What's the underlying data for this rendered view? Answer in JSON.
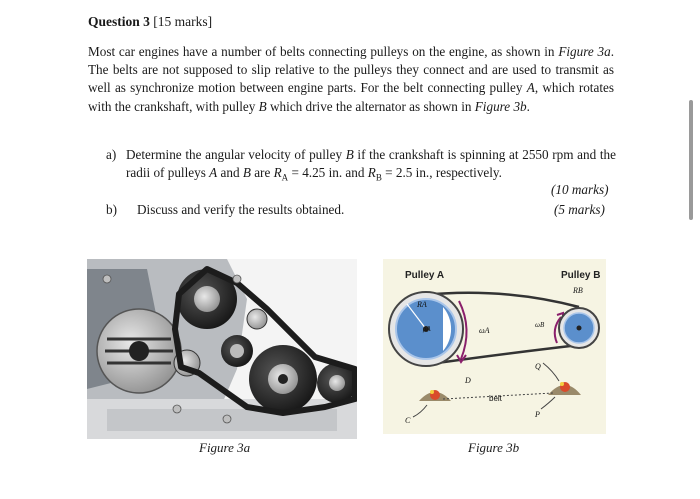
{
  "question": {
    "title": "Question 3",
    "marks": "[15 marks]",
    "paragraph": {
      "p1": "Most car engines have a number of belts connecting pulleys on the engine, as shown in ",
      "fig3a_ref": "Figure 3a",
      "p2": ". The belts are not supposed to slip relative to the pulleys they connect and are used to transmit as well as synchronize motion between engine parts. For the belt connecting pulley ",
      "pulleyA": "A",
      "p3": ", which rotates with the crankshaft, with pulley ",
      "pulleyB": "B",
      "p4": " which drive the alternator as shown in ",
      "fig3b_ref": "Figure 3b",
      "p5": "."
    },
    "part_a": {
      "label": "a)",
      "t1": "Determine the angular velocity of pulley ",
      "B1": "B",
      "t2": " if the crankshaft is spinning at 2550 rpm and the radii of pulleys ",
      "A2": "A",
      "t3": " and ",
      "B3": "B",
      "t4": " are ",
      "RA_R": "R",
      "RA_sub": "A",
      "t5": " = 4.25 in. and ",
      "RB_R": "R",
      "RB_sub": "B",
      "t6": " = 2.5 in., respectively.",
      "marks": "(10 marks)"
    },
    "part_b": {
      "label": "b)",
      "text": "Discuss and verify the results obtained.",
      "marks": "(5 marks)"
    }
  },
  "figures": {
    "fig3a": {
      "caption": "Figure 3a"
    },
    "fig3b": {
      "caption": "Figure 3b",
      "labels": {
        "pulleyA": "Pulley A",
        "pulleyB": "Pulley B",
        "RA": "RA",
        "RB": "RB",
        "omegaA": "ωA",
        "omegaB": "ωB",
        "D": "D",
        "belt": "belt",
        "C": "C",
        "P": "P",
        "Q": "Q"
      }
    }
  },
  "colors": {
    "pulley_face": "#5b8fcc",
    "belt": "#333333",
    "arrow": "#8a1f6b",
    "figure_bg": "#f6f4e3"
  }
}
